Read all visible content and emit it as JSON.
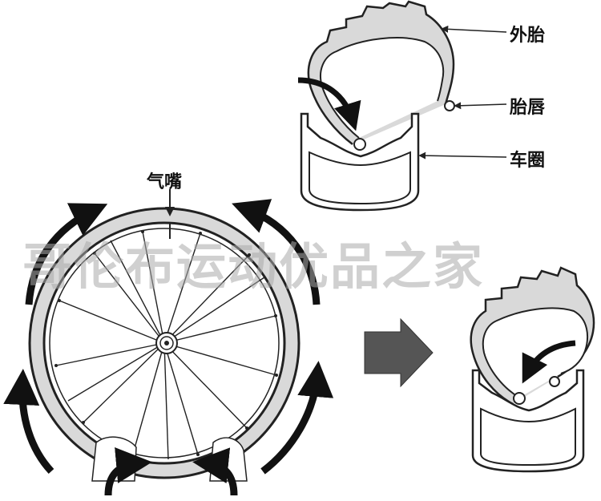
{
  "labels": {
    "valve": "气嘴",
    "tire": "外胎",
    "bead": "胎唇",
    "rim": "车圈"
  },
  "watermark": "哥伦布运动优品之家",
  "colors": {
    "line": "#222222",
    "tire_fill": "#d9d9d9",
    "arrow": "#111111",
    "big_arrow": "#555555"
  }
}
